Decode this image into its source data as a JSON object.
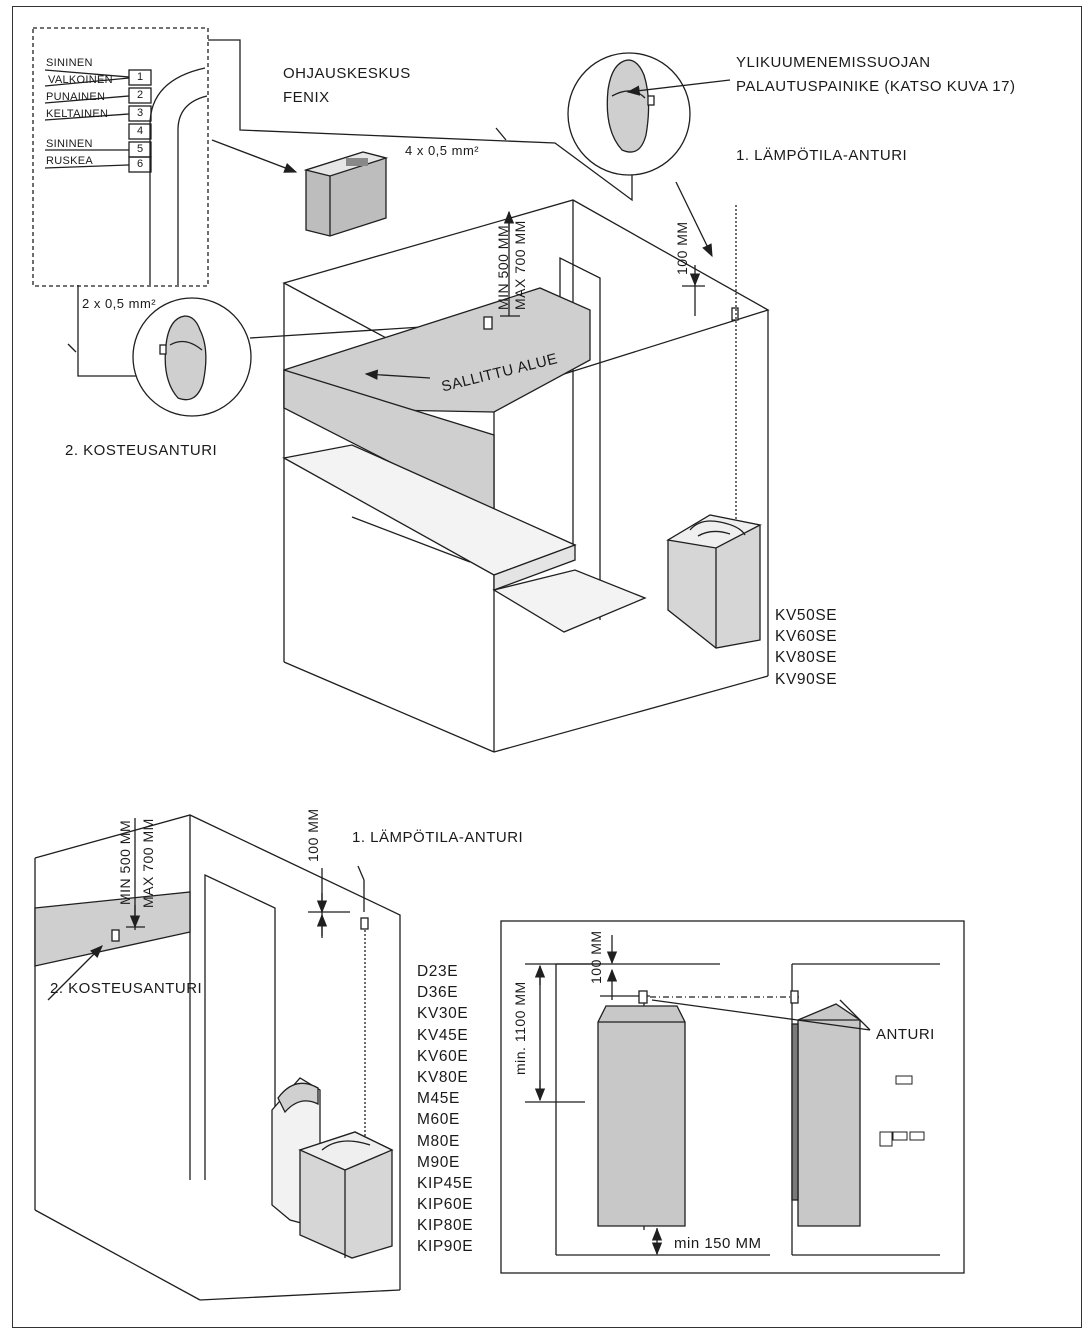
{
  "top": {
    "wires": [
      {
        "color": "SININEN",
        "num": "1"
      },
      {
        "color": "VALKOINEN",
        "num": "1"
      },
      {
        "color": "PUNAINEN",
        "num": "2"
      },
      {
        "color": "KELTAINEN",
        "num": "3"
      },
      {
        "color": "",
        "num": "4"
      },
      {
        "color": "SININEN",
        "num": "5"
      },
      {
        "color": "RUSKEA",
        "num": "6"
      }
    ],
    "control_unit_line1": "OHJAUSKESKUS",
    "control_unit_line2": "FENIX",
    "cable_4": "4 x 0,5 mm²",
    "cable_2": "2 x 0,5 mm²",
    "reset_line1": "YLIKUUMENEMISSUOJAN",
    "reset_line2": "PALAUTUSPAINIKE (KATSO KUVA 17)",
    "temp_sensor": "1. LÄMPÖTILA-ANTURI",
    "humidity_sensor": "2. KOSTEUSANTURI",
    "min_500": "MIN 500 MM",
    "max_700": "MAX 700 MM",
    "dist_100": "100 MM",
    "allowed_area": "SALLITTU ALUE",
    "models": [
      "KV50SE",
      "KV60SE",
      "KV80SE",
      "KV90SE"
    ]
  },
  "bottom": {
    "min_500": "MIN 500 MM",
    "max_700": "MAX 700 MM",
    "dist_100": "100 MM",
    "temp_sensor": "1. LÄMPÖTILA-ANTURI",
    "humidity_sensor": "2. KOSTEUSANTURI",
    "models": [
      "D23E",
      "D36E",
      "KV30E",
      "KV45E",
      "KV60E",
      "KV80E",
      "M45E",
      "M60E",
      "M80E",
      "M90E",
      "KIP45E",
      "KIP60E",
      "KIP80E",
      "KIP90E"
    ]
  },
  "inset": {
    "min_1100": "min. 1100 MM",
    "dist_100": "100 MM",
    "sensor": "ANTURI",
    "min_150": "min 150 MM"
  },
  "colors": {
    "line": "#1f1f1f",
    "allowed_area_fill": "#cfcfcf",
    "heater_fill": "#c8c8c8"
  }
}
